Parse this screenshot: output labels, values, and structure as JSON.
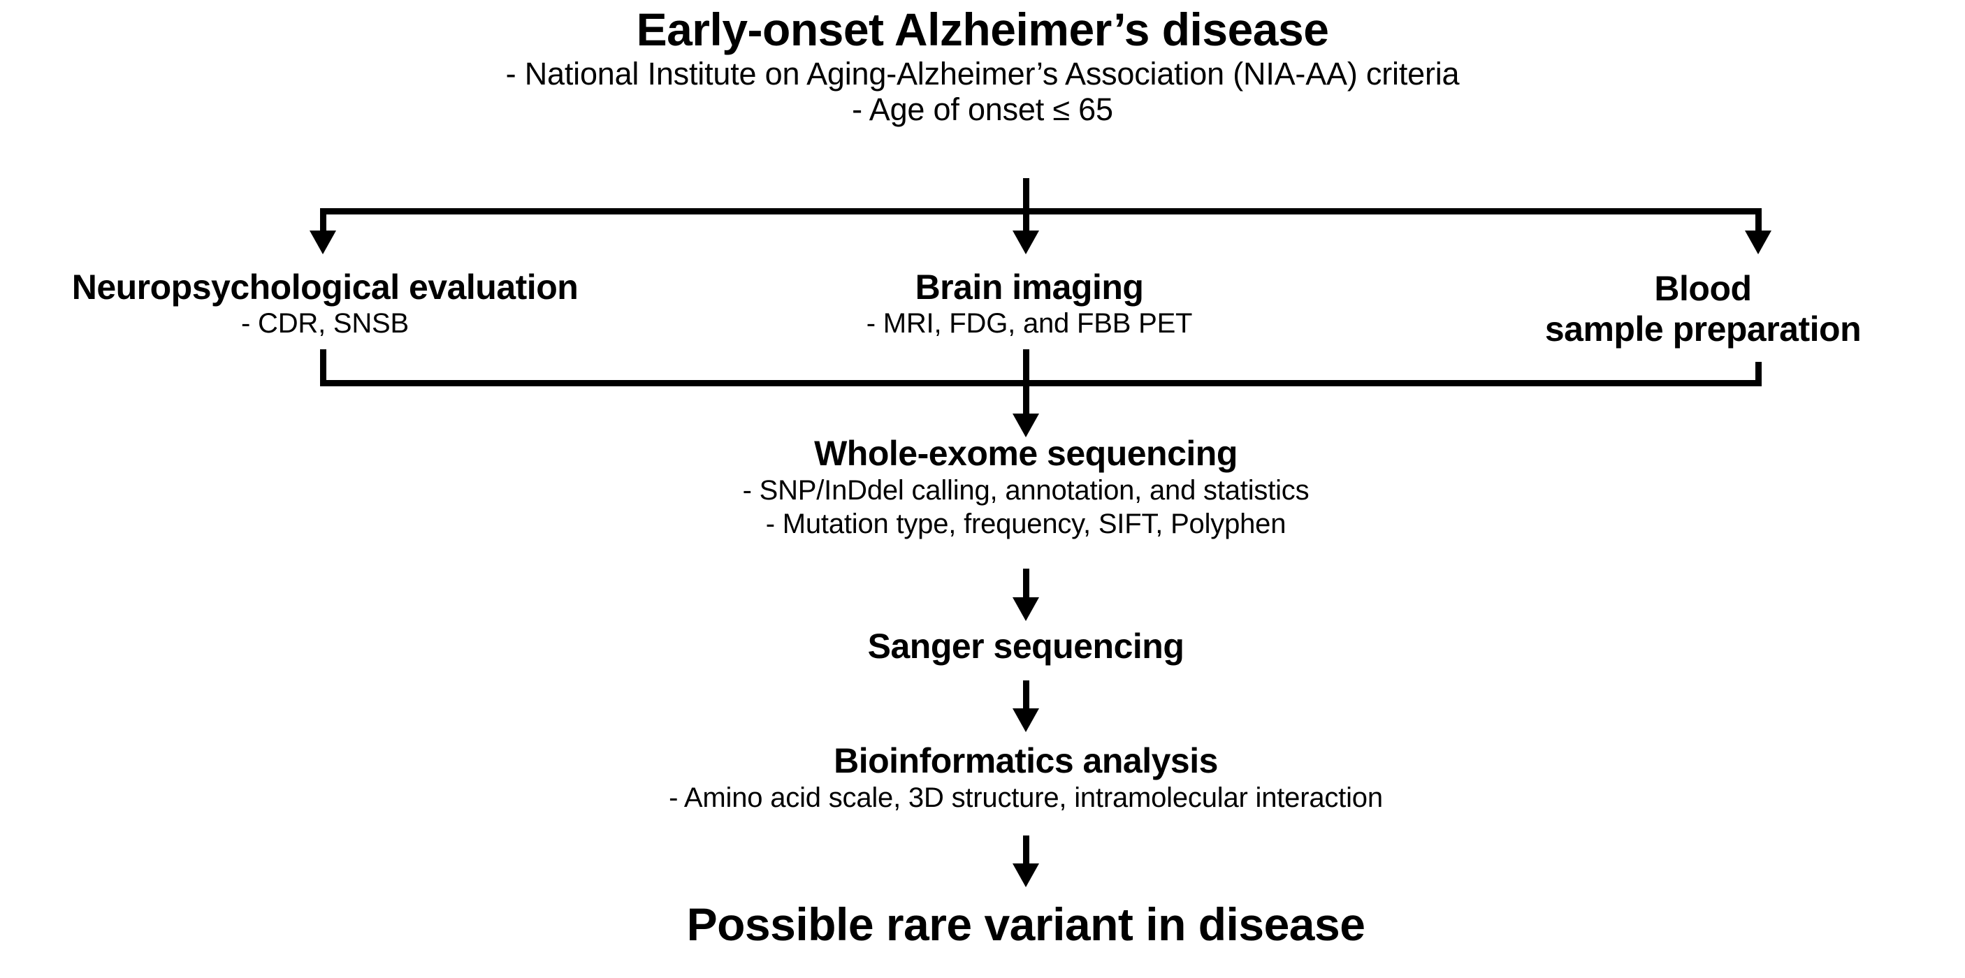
{
  "diagram": {
    "title": "Early-onset Alzheimer's disease study workflow",
    "colors": {
      "background": "#ffffff",
      "text": "#000000",
      "connector": "#000000"
    },
    "nodes": {
      "root": {
        "header": "Early-onset Alzheimer’s disease",
        "sub1": "- National Institute on Aging-Alzheimer’s Association (NIA-AA) criteria",
        "sub2": "- Age of onset ≤ 65"
      },
      "neuropsych": {
        "header": "Neuropsychological evaluation",
        "sub1": "- CDR, SNSB"
      },
      "imaging": {
        "header": "Brain imaging",
        "sub1": "- MRI, FDG, and FBB PET"
      },
      "blood": {
        "header_line1": "Blood",
        "header_line2": "sample preparation"
      },
      "wes": {
        "header": "Whole-exome sequencing",
        "sub1": "- SNP/InDdel calling, annotation, and statistics",
        "sub2": "- Mutation type, frequency, SIFT, Polyphen"
      },
      "sanger": {
        "header": "Sanger sequencing"
      },
      "bioinfo": {
        "header": "Bioinformatics analysis",
        "sub1": "- Amino acid scale, 3D structure, intramolecular interaction"
      },
      "outcome": {
        "header": "Possible rare variant in disease"
      }
    },
    "flow": {
      "split_branches": [
        "neuropsych",
        "imaging",
        "blood"
      ],
      "merge_target": "wes",
      "sequence": [
        "wes",
        "sanger",
        "bioinfo",
        "outcome"
      ]
    }
  }
}
